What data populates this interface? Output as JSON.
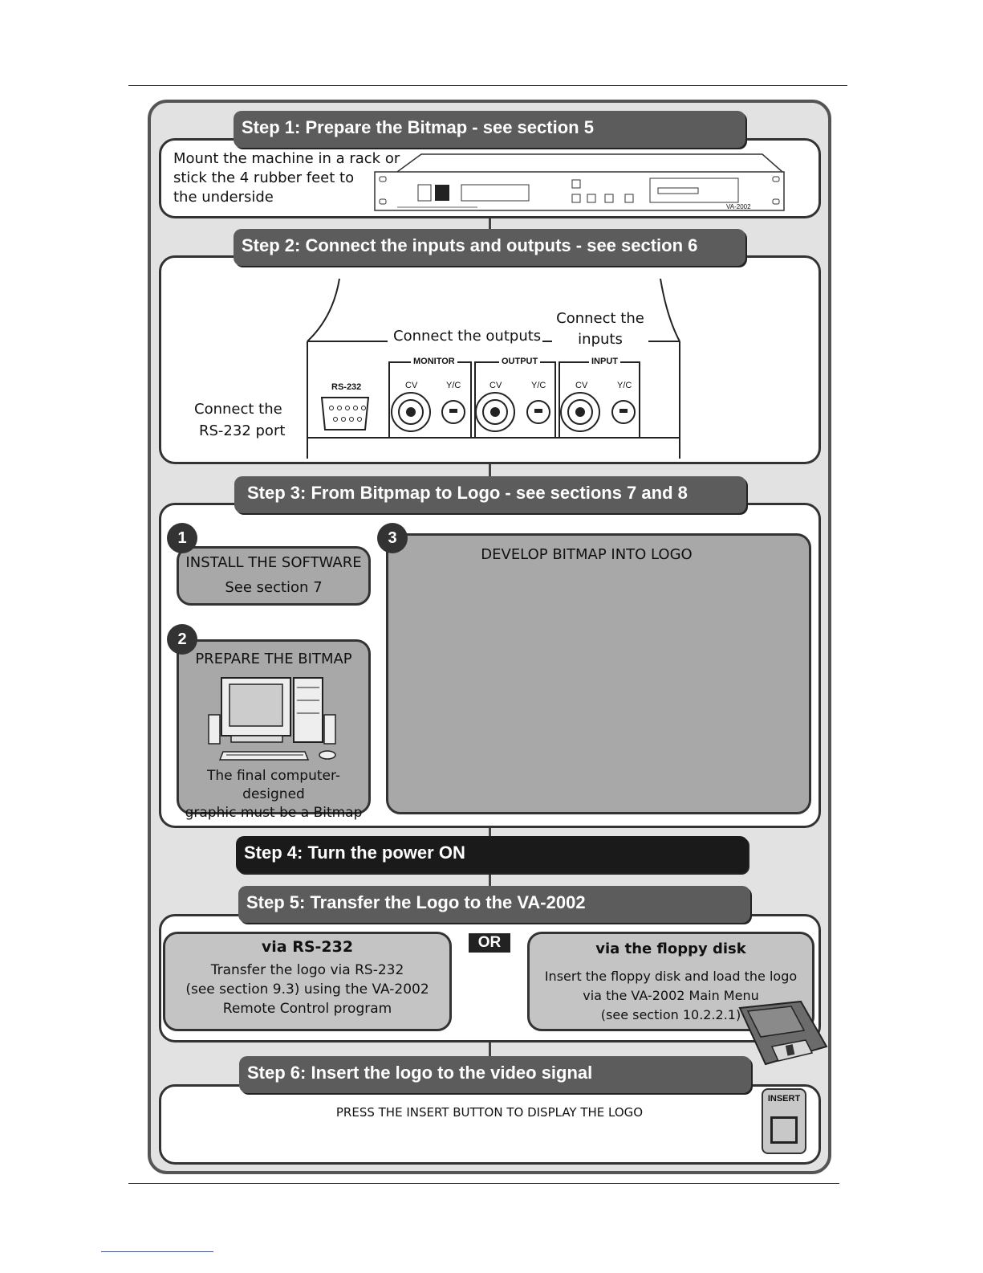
{
  "steps": {
    "step1": {
      "title": "Step 1: Prepare the Bitmap - see section 5",
      "text_lines": [
        "Mount the machine in a rack or",
        "stick the 4 rubber feet to",
        "the underside"
      ],
      "device_model": "VA-2002"
    },
    "step2": {
      "title": "Step 2: Connect the inputs and outputs - see section 6",
      "connect_outputs": "Connect the outputs",
      "connect_inputs_lines": [
        "Connect the",
        "inputs"
      ],
      "connect_rs232_lines": [
        "Connect the",
        "RS-232 port"
      ],
      "port_rs232": "RS-232",
      "groups": [
        {
          "name": "MONITOR",
          "cv": "CV",
          "yc": "Y/C"
        },
        {
          "name": "OUTPUT",
          "cv": "CV",
          "yc": "Y/C"
        },
        {
          "name": "INPUT",
          "cv": "CV",
          "yc": "Y/C"
        }
      ]
    },
    "step3": {
      "title": "Step 3: From Bitpmap to Logo - see sections 7 and 8",
      "panel1": {
        "number": "1",
        "title": "INSTALL THE SOFTWARE",
        "text": "See section 7"
      },
      "panel2": {
        "number": "2",
        "title": "PREPARE THE BITMAP",
        "caption_lines": [
          "The final computer-designed",
          "graphic must be a Bitmap"
        ]
      },
      "panel3": {
        "number": "3",
        "title": "DEVELOP BITMAP INTO LOGO"
      }
    },
    "step4": {
      "title": "Step 4: Turn the power ON"
    },
    "step5": {
      "title": "Step 5: Transfer the Logo to the VA-2002",
      "or_label": "OR",
      "left": {
        "title": "via RS-232",
        "lines": [
          "Transfer the logo via RS-232",
          "(see section 9.3) using the VA-2002",
          "Remote Control program"
        ]
      },
      "right": {
        "title": "via the floppy disk",
        "lines": [
          "Insert the floppy disk and load the logo",
          "via the VA-2002 Main Menu",
          "(see section 10.2.2.1)"
        ]
      }
    },
    "step6": {
      "title": "Step 6: Insert the logo to the video signal",
      "text": "PRESS THE INSERT BUTTON TO DISPLAY THE LOGO",
      "button_label": "INSERT"
    }
  }
}
